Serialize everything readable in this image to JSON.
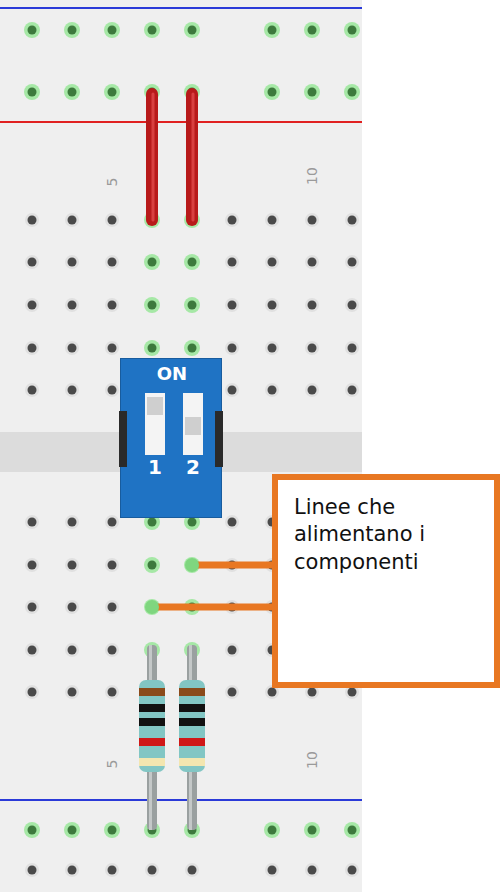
{
  "diagram": {
    "nodes": [
      {
        "text": [
          "ON",
          "1",
          "2"
        ]
      },
      {
        "text": [
          "Linee che alimentano i componenti"
        ]
      }
    ],
    "labels": [
      "5",
      "10",
      "5",
      "10"
    ]
  }
}
